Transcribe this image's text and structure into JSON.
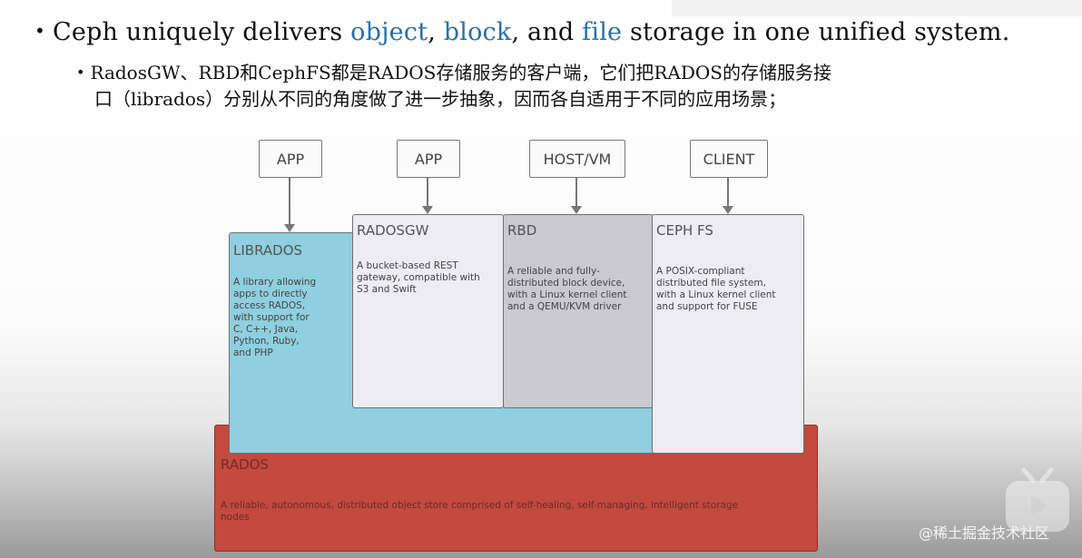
{
  "slide": {
    "bullet": {
      "prefix": "Ceph uniquely delivers ",
      "object": "object",
      "sep1": ", ",
      "block": "block",
      "sep2": ", and ",
      "file": "file",
      "suffix": " storage in one unified system."
    },
    "sub_bullet_line1": "RadosGW、RBD和CephFS都是RADOS存储服务的客户端，它们把RADOS的存储服务接",
    "sub_bullet_line2": "口（librados）分别从不同的角度做了进一步抽象，因而各自适用于不同的应用场景；"
  },
  "diagram": {
    "clients": [
      "APP",
      "APP",
      "HOST/VM",
      "CLIENT"
    ],
    "librados": {
      "title": "LIBRADOS",
      "desc": [
        "A library allowing",
        "apps to directly",
        "access RADOS,",
        "with support for",
        "C, C++, Java,",
        "Python, Ruby,",
        "and PHP"
      ]
    },
    "radosgw": {
      "title": "RADOSGW",
      "desc": [
        "A bucket-based REST",
        "gateway, compatible with",
        "S3 and Swift"
      ]
    },
    "rbd": {
      "title": "RBD",
      "desc": [
        "A reliable and fully-",
        "distributed block device,",
        "with a Linux kernel client",
        "and a QEMU/KVM driver"
      ]
    },
    "cephfs": {
      "title": "CEPH FS",
      "desc": [
        "A POSIX-compliant",
        "distributed file system,",
        "with a Linux kernel client",
        "and support for FUSE"
      ]
    },
    "rados": {
      "title": "RADOS",
      "desc": [
        "A reliable, autonomous, distributed object store comprised of self-healing, self-managing, intelligent storage",
        "nodes"
      ]
    },
    "colors": {
      "librados": "#8fcfdf",
      "radosgw": "#ececf2",
      "rbd": "#c9c9cf",
      "cephfs": "#ececf2",
      "rados": "#c24a3f",
      "highlight": "#2a6ea8"
    }
  },
  "watermark": "@稀土掘金技术社区"
}
